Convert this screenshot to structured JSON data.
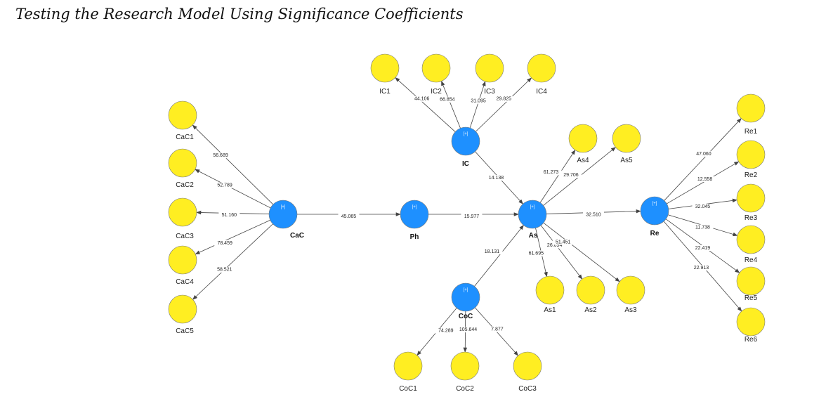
{
  "caption": "Testing the Research Model Using Significance Coefficients",
  "colors": {
    "latent": "#1e90ff",
    "indicator": "#ffee22",
    "outline": "#7a7a7a",
    "edge": "#444444",
    "background": "#ffffff"
  },
  "latents": [
    {
      "id": "CaC",
      "label": "CaC",
      "badge": "[+]"
    },
    {
      "id": "Ph",
      "label": "Ph",
      "badge": "[+]"
    },
    {
      "id": "IC",
      "label": "IC",
      "badge": "[+]"
    },
    {
      "id": "As",
      "label": "As",
      "badge": "[+]"
    },
    {
      "id": "CoC",
      "label": "CoC",
      "badge": "[+]"
    },
    {
      "id": "Re",
      "label": "Re",
      "badge": "[+]"
    }
  ],
  "indicators": [
    {
      "id": "CaC1",
      "label": "CaC1"
    },
    {
      "id": "CaC2",
      "label": "CaC2"
    },
    {
      "id": "CaC3",
      "label": "CaC3"
    },
    {
      "id": "CaC4",
      "label": "CaC4"
    },
    {
      "id": "CaC5",
      "label": "CaC5"
    },
    {
      "id": "IC1",
      "label": "IC1"
    },
    {
      "id": "IC2",
      "label": "IC2"
    },
    {
      "id": "IC3",
      "label": "IC3"
    },
    {
      "id": "IC4",
      "label": "IC4"
    },
    {
      "id": "As1",
      "label": "As1"
    },
    {
      "id": "As2",
      "label": "As2"
    },
    {
      "id": "As3",
      "label": "As3"
    },
    {
      "id": "As4",
      "label": "As4"
    },
    {
      "id": "As5",
      "label": "As5"
    },
    {
      "id": "CoC1",
      "label": "CoC1"
    },
    {
      "id": "CoC2",
      "label": "CoC2"
    },
    {
      "id": "CoC3",
      "label": "CoC3"
    },
    {
      "id": "Re1",
      "label": "Re1"
    },
    {
      "id": "Re2",
      "label": "Re2"
    },
    {
      "id": "Re3",
      "label": "Re3"
    },
    {
      "id": "Re4",
      "label": "Re4"
    },
    {
      "id": "Re5",
      "label": "Re5"
    },
    {
      "id": "Re6",
      "label": "Re6"
    }
  ],
  "paths": [
    {
      "from": "CaC",
      "to": "Ph",
      "value": "45.065"
    },
    {
      "from": "Ph",
      "to": "As",
      "value": "15.977"
    },
    {
      "from": "IC",
      "to": "As",
      "value": "14.138"
    },
    {
      "from": "CoC",
      "to": "As",
      "value": "18.131"
    },
    {
      "from": "As",
      "to": "Re",
      "value": "32.510"
    }
  ],
  "loadings": [
    {
      "from": "CaC",
      "to": "CaC1",
      "value": "56.689"
    },
    {
      "from": "CaC",
      "to": "CaC2",
      "value": "52.789"
    },
    {
      "from": "CaC",
      "to": "CaC3",
      "value": "51.160"
    },
    {
      "from": "CaC",
      "to": "CaC4",
      "value": "78.459"
    },
    {
      "from": "CaC",
      "to": "CaC5",
      "value": "58.521"
    },
    {
      "from": "IC",
      "to": "IC1",
      "value": "44.106"
    },
    {
      "from": "IC",
      "to": "IC2",
      "value": "66.854"
    },
    {
      "from": "IC",
      "to": "IC3",
      "value": "31.095"
    },
    {
      "from": "IC",
      "to": "IC4",
      "value": "29.825"
    },
    {
      "from": "As",
      "to": "As4",
      "value": "61.273"
    },
    {
      "from": "As",
      "to": "As5",
      "value": "29.706"
    },
    {
      "from": "As",
      "to": "As1",
      "value": "61.695"
    },
    {
      "from": "As",
      "to": "As2",
      "value": "26.694"
    },
    {
      "from": "As",
      "to": "As3",
      "value": "51.451"
    },
    {
      "from": "CoC",
      "to": "CoC1",
      "value": "74.289"
    },
    {
      "from": "CoC",
      "to": "CoC2",
      "value": "105.644"
    },
    {
      "from": "CoC",
      "to": "CoC3",
      "value": "7.877"
    },
    {
      "from": "Re",
      "to": "Re1",
      "value": "47.060"
    },
    {
      "from": "Re",
      "to": "Re2",
      "value": "12.558"
    },
    {
      "from": "Re",
      "to": "Re3",
      "value": "32.045"
    },
    {
      "from": "Re",
      "to": "Re4",
      "value": "11.738"
    },
    {
      "from": "Re",
      "to": "Re5",
      "value": "22.419"
    },
    {
      "from": "Re",
      "to": "Re6",
      "value": "22.913"
    }
  ]
}
